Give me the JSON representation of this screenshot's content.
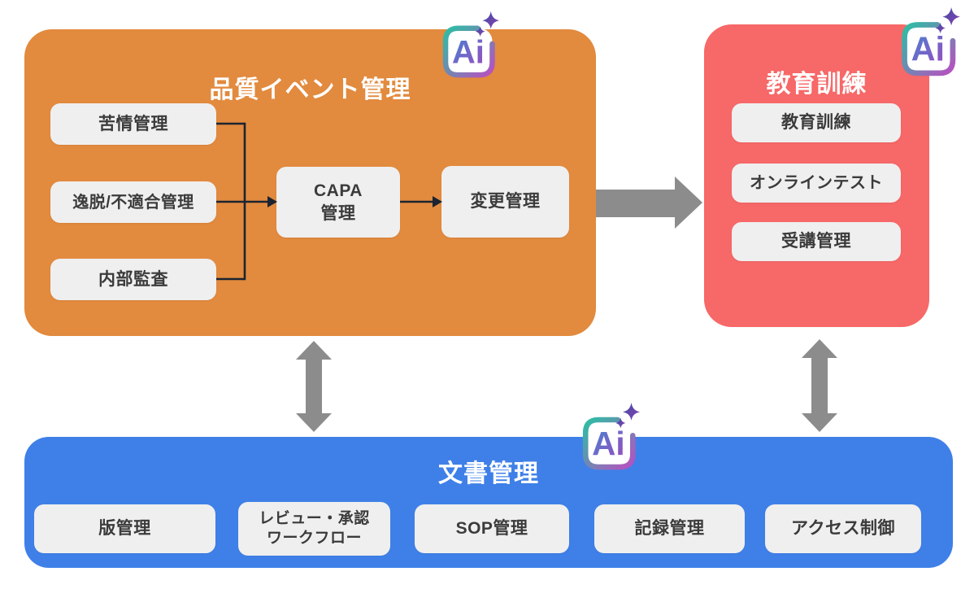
{
  "panels": {
    "quality": {
      "title": "品質イベント管理",
      "bg_color": "#E28A3E",
      "items": [
        "苦情管理",
        "逸脱/不適合管理",
        "内部監査"
      ],
      "flow_items": [
        "CAPA\n管理",
        "変更管理"
      ]
    },
    "training": {
      "title": "教育訓練",
      "bg_color": "#F76868",
      "items": [
        "教育訓練",
        "オンラインテスト",
        "受講管理"
      ]
    },
    "document": {
      "title": "文書管理",
      "bg_color": "#3F80E8",
      "items": [
        "版管理",
        "レビュー・承認\nワークフロー",
        "SOP管理",
        "記録管理",
        "アクセス制御"
      ]
    }
  },
  "badge": {
    "label": "Ai",
    "icon": "ai-sparkle-badge",
    "frame_gradient": [
      "#2BBFA4",
      "#B94FC1"
    ],
    "text_gradient": [
      "#4583D2",
      "#9C4BBE"
    ],
    "sparkle_color": "#4A3C99"
  },
  "connectors": {
    "thin_line_color": "#1B2430",
    "thick_arrow_color": "#8C8C8C"
  },
  "item_style": {
    "bg": "#EFEFEF",
    "text": "#3B3B3B"
  }
}
